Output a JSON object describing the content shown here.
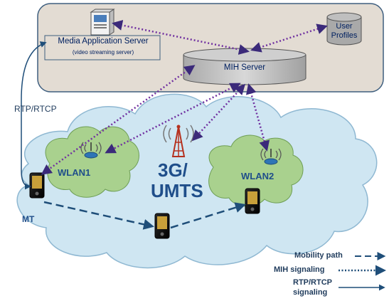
{
  "servers": {
    "media_server_title": "Media Application Server",
    "media_server_subtitle": "(video streaming server)",
    "user_profiles_line1": "User",
    "user_profiles_line2": "Profiles",
    "mih_server": "MIH Server"
  },
  "network": {
    "rtp_rtcp": "RTP/RTCP",
    "wlan1": "WLAN1",
    "wlan2": "WLAN2",
    "umts_line1": "3G/",
    "umts_line2": "UMTS",
    "mt": "MT"
  },
  "legend": {
    "mobility_path": "Mobility path",
    "mih_signaling": "MIH signaling",
    "rtp_line1": "RTP/RTCP",
    "rtp_line2": "signaling"
  },
  "colors": {
    "server_box": "#e3dcd3",
    "cloud": "#cfe6f2",
    "wlan_cloud": "#a9d18e",
    "mih_dotted": "#7030a0",
    "path_blue": "#1f4e79",
    "text_dark": "#002060",
    "wlan_text": "#1f4e8a"
  }
}
